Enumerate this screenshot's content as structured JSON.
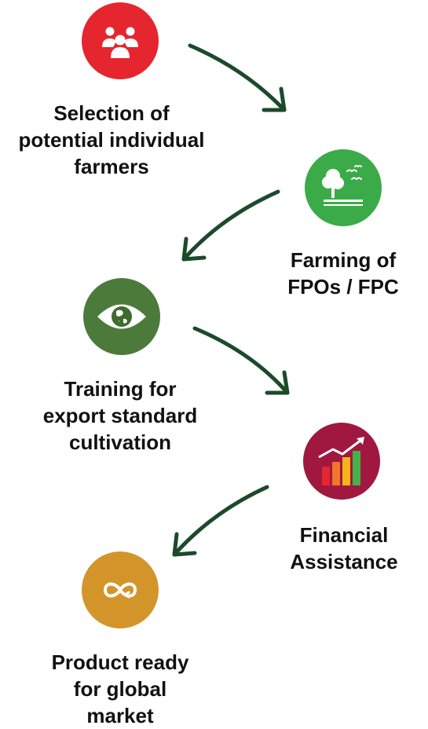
{
  "steps": [
    {
      "label": "Selection of\npotential individual\nfarmers",
      "color": "#e5262e",
      "icon": "people-icon"
    },
    {
      "label": "Farming of\nFPOs / FPC",
      "color": "#3aab48",
      "icon": "tree-landscape-icon"
    },
    {
      "label": "Training for\nexport standard\ncultivation",
      "color": "#4b7a3a",
      "icon": "eye-globe-icon"
    },
    {
      "label": "Financial\nAssistance",
      "color": "#a0183f",
      "icon": "growth-chart-icon"
    },
    {
      "label": "Product ready\nfor global\nmarket",
      "color": "#d3952a",
      "icon": "infinity-icon"
    }
  ],
  "arrow_color": "#1c4a2b"
}
